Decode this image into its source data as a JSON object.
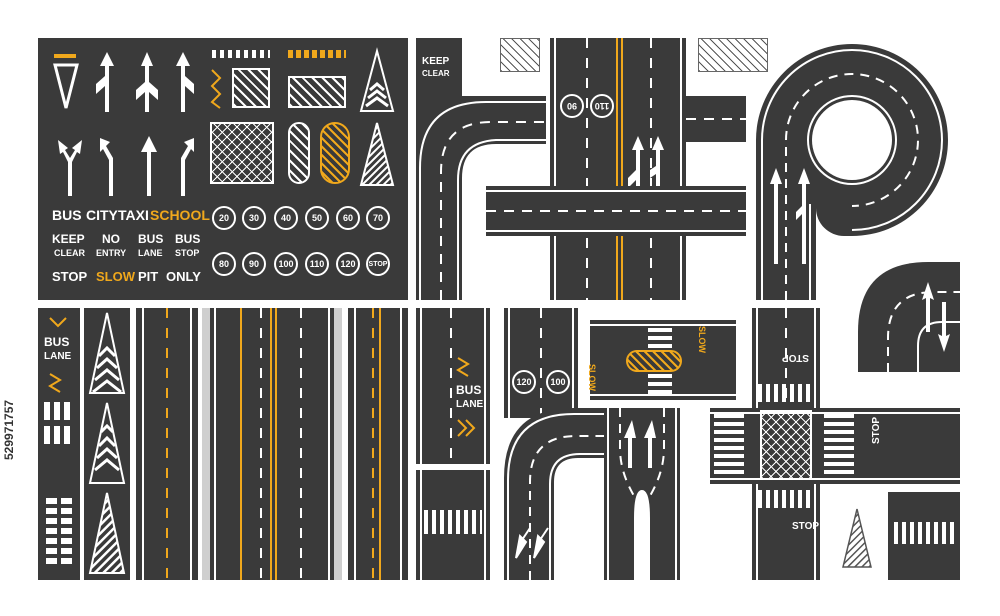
{
  "word_tiles": {
    "row1": [
      "BUS",
      "CITY",
      "TAXI",
      "SCHOOL"
    ],
    "row2a": [
      "KEEP",
      "NO",
      "BUS",
      "BUS"
    ],
    "row2b": [
      "CLEAR",
      "ENTRY",
      "LANE",
      "STOP"
    ],
    "row3": [
      "STOP",
      "SLOW",
      "PIT",
      "ONLY"
    ]
  },
  "speed_limits": {
    "row1": [
      "20",
      "30",
      "40",
      "50",
      "60",
      "70"
    ],
    "row2": [
      "80",
      "90",
      "100",
      "110",
      "120",
      "STOP"
    ]
  },
  "road_labels": {
    "keep": "KEEP",
    "clear": "CLEAR",
    "slow": "SLOW",
    "bus": "BUS",
    "lane": "LANE",
    "stop": "STOP",
    "speed_90": "90",
    "speed_110": "110",
    "speed_120": "120",
    "speed_100": "100"
  },
  "watermark": "529971757",
  "colors": {
    "asphalt": "#3a3a3a",
    "marking": "#ffffff",
    "accent": "#f0a81c",
    "shoulder": "#cfcfcf"
  }
}
